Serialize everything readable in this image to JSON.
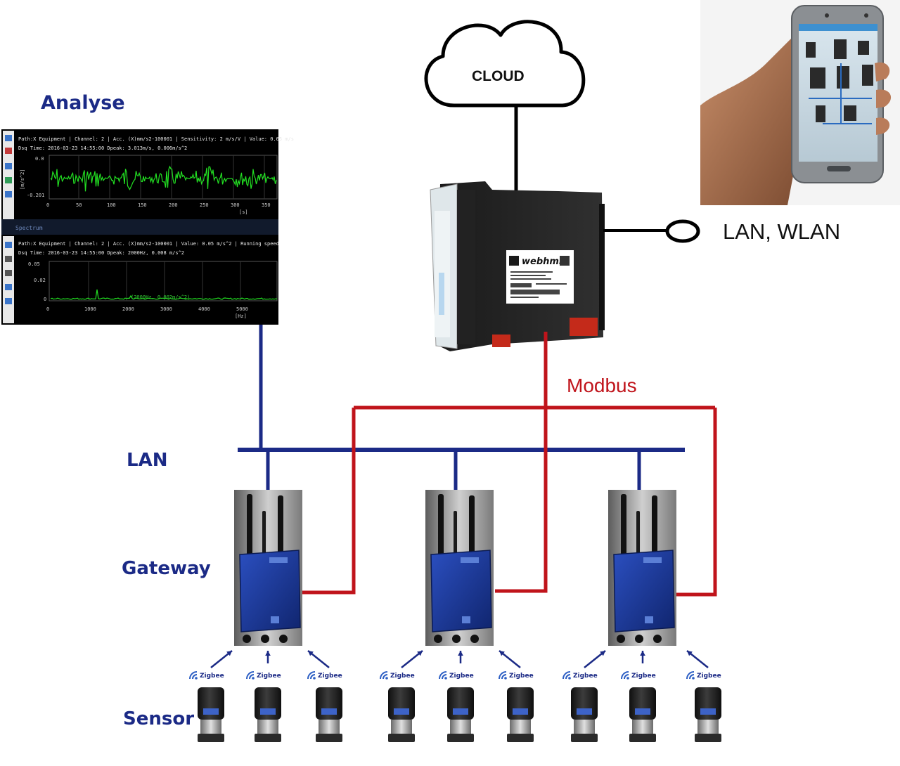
{
  "labels": {
    "analyse": "Analyse",
    "cloud": "CLOUD",
    "lan_wlan": "LAN, WLAN",
    "modbus": "Modbus",
    "lan": "LAN",
    "gateway": "Gateway",
    "sensor": "Sensor"
  },
  "controller": {
    "brand": "webhmi"
  },
  "analyse_screen": {
    "panel1": {
      "header_line1": "Path:X Equipment | Channel: 2 | Acc. (X)mm/s2-100001 | Sensitivity: 2 m/s/V | Value: 0.05 m/s",
      "header_line2": "Dsq Time: 2016-03-23 14:55:00   Dpeak: 3.013m/s, 0.006m/s^2",
      "y_top": "0.0",
      "y_bottom": "-0.201",
      "y_axis_label": "[m/s^2]",
      "x_ticks": [
        "0",
        "50",
        "100",
        "150",
        "200",
        "250",
        "300",
        "350"
      ],
      "x_unit": "[s]"
    },
    "section_label": "Spectrum",
    "panel2": {
      "header_line1": "Path:X Equipment | Channel: 2 | Acc. (X)mm/s2-100001 | Value: 0.05 m/s^2 | Running speed",
      "header_line2": "Dsq Time: 2016-03-23 14:55:00   Dpeak: 2000Hz, 0.008 m/s^2",
      "y_top": "0.05",
      "y_mid": "0.02",
      "y_zero": "0",
      "x_ticks": [
        "0",
        "1000",
        "2000",
        "3000",
        "4000",
        "5000"
      ],
      "x_unit": "[Hz]",
      "annotation": "(2000Hz, 0.002m/s^2)"
    }
  },
  "gateways": [
    {
      "id": "gateway-1"
    },
    {
      "id": "gateway-2"
    },
    {
      "id": "gateway-3"
    }
  ],
  "zigbee_label": "Zigbee",
  "sensors_per_gateway": 3,
  "colors": {
    "lan_line": "#1b2a86",
    "modbus_line": "#c0141b",
    "connector": "#000000",
    "gateway_body": "#1c3aa0",
    "sensor_body": "#1a1a1a",
    "wave_green": "#22e022",
    "chart_bg": "#000000"
  }
}
